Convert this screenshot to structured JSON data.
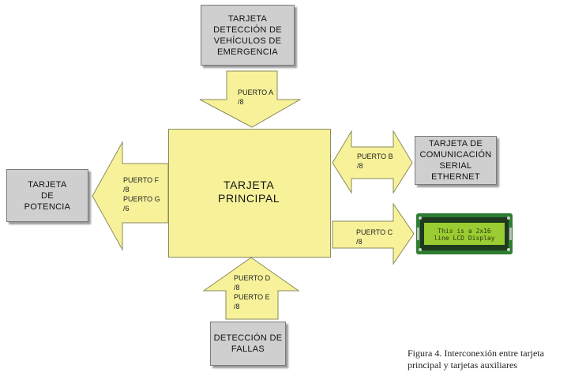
{
  "boxes": {
    "emergencia": "TARJETA\nDETECCIÓN DE\nVEHÍCULOS DE\nEMERGENCIA",
    "potencia": "TARJETA\nDE\nPOTENCIA",
    "comunicacion": "TARJETA DE\nCOMUNICACIÓN\nSERIAL\nETHERNET",
    "fallas": "DETECCIÓN DE\nFALLAS",
    "principal": "TARJETA\nPRINCIPAL"
  },
  "ports": {
    "a": "PUERTO A\n/8",
    "b": "PUERTO B\n/8",
    "c": "PUERTO C\n/8",
    "fg": "PUERTO F\n/8\nPUERTO G\n/6",
    "de": "PUERTO D\n/8\nPUERTO E\n/8"
  },
  "lcd": {
    "text": "This is a 2x16\nline LCD Display"
  },
  "caption": "Figura 4. Interconexión entre tarjeta\nprincipal y tarjetas auxiliares",
  "colors": {
    "arrow_fill": "#f7f29a",
    "box_fill": "#cfcfcf",
    "lcd_board": "#2e7d32",
    "lcd_screen": "#9acd32"
  }
}
